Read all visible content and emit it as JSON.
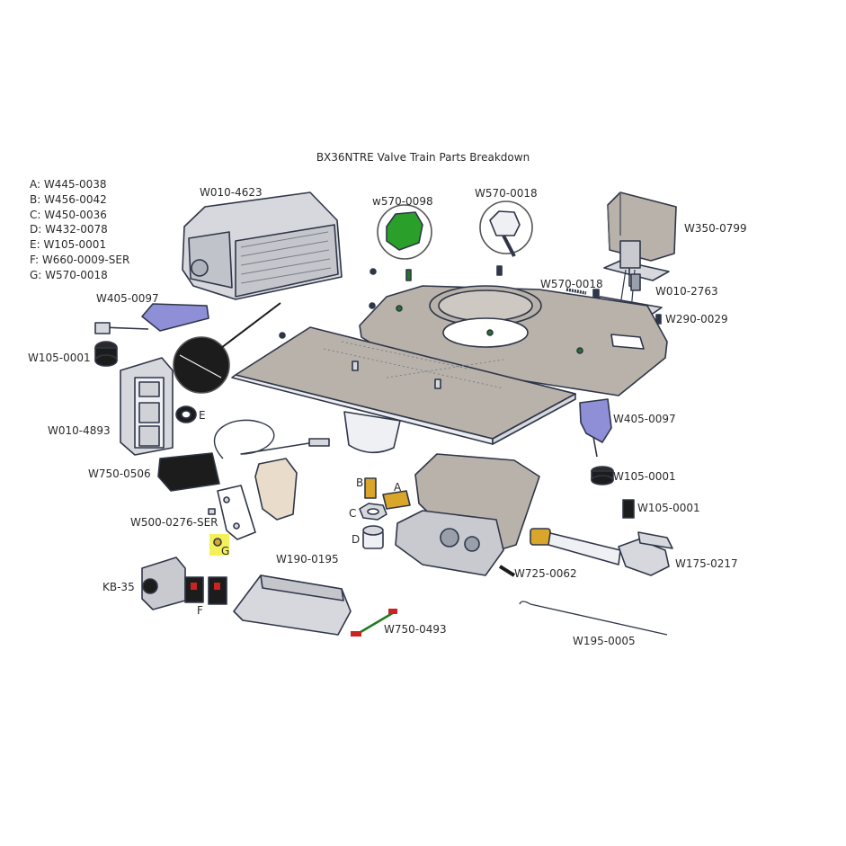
{
  "title": "BX36NTRE Valve Train Parts Breakdown",
  "legend": [
    "A: W445-0038",
    "B: W456-0042",
    "C: W450-0036",
    "D: W432-0078",
    "E: W105-0001",
    "F: W660-0009-SER",
    "G: W570-0018"
  ],
  "labels": {
    "w010_4623": "W010-4623",
    "w570_0098": "w570-0098",
    "w570_0018_top": "W570-0018",
    "w350_0799": "W350-0799",
    "w570_0018_mid": "W570-0018",
    "w010_2763": "W010-2763",
    "w290_0029": "W290-0029",
    "w405_0097_left": "W405-0097",
    "w105_0001_left": "W105-0001",
    "e": "E",
    "w010_4893": "W010-4893",
    "w750_0506": "W750-0506",
    "w500_0276": "W500-0276-SER",
    "g": "G",
    "b": "B",
    "a": "A",
    "c": "C",
    "d": "D",
    "w405_0097_right": "W405-0097",
    "w105_0001_r1": "W105-0001",
    "w105_0001_r2": "W105-0001",
    "w175_0217": "W175-0217",
    "w725_0062": "W725-0062",
    "w190_0195": "W190-0195",
    "kb35": "KB-35",
    "f": "F",
    "w750_0493": "W750-0493",
    "w195_0005": "W195-0005"
  },
  "colors": {
    "outline": "#2f3648",
    "plate": "#b8b2aa",
    "metal": "#d6d8de",
    "dark": "#1c1c1c",
    "green": "#2aa02a",
    "purple": "#8f8fd8",
    "brass": "#d9a62b",
    "highlight": "#f3f05a",
    "beige": "#e9dccb"
  }
}
